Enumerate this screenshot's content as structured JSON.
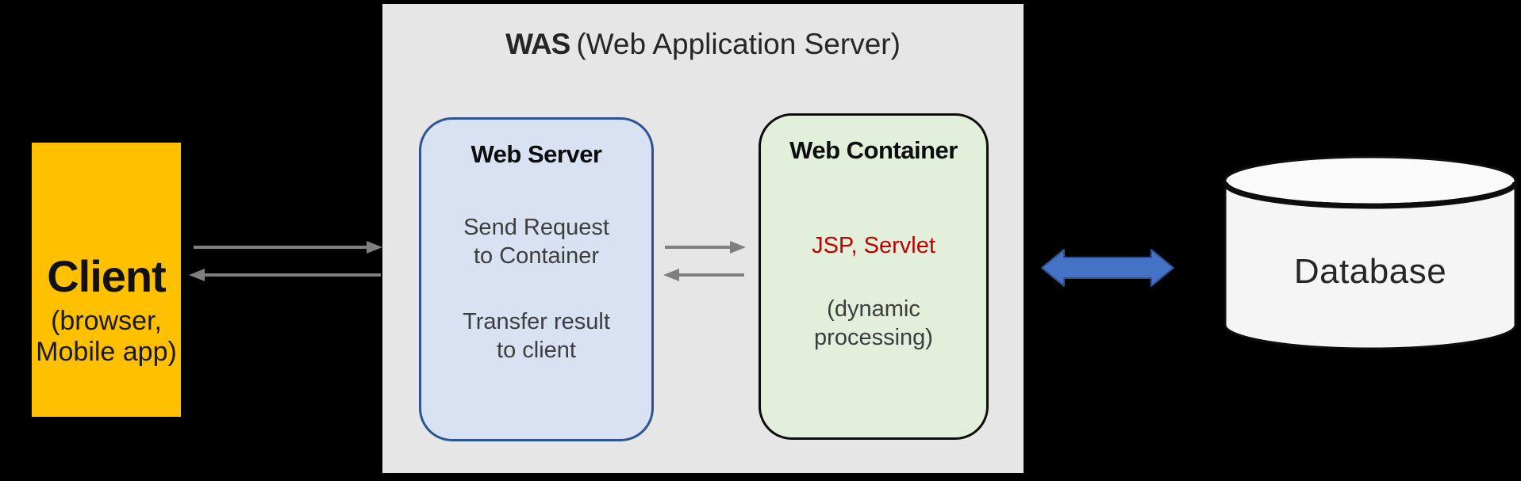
{
  "diagram": {
    "background_color": "#000000",
    "client": {
      "title": "Client",
      "subtitle_line1": "(browser,",
      "subtitle_line2": "Mobile app)",
      "fill_color": "#FFC000"
    },
    "was": {
      "title_bold": "WAS",
      "title_rest": "(Web Application Server)",
      "fill_color": "#E6E6E6",
      "web_server": {
        "title": "Web Server",
        "body_line1": "Send Request",
        "body_line2": "to Container",
        "body_line3": "Transfer result",
        "body_line4": "to client",
        "fill_color": "#D9E2F3",
        "border_color": "#2E5395"
      },
      "web_container": {
        "title": "Web Container",
        "tech_label": "JSP, Servlet",
        "tech_color": "#C00000",
        "note_line1": "(dynamic",
        "note_line2": "processing)",
        "fill_color": "#E2EFDA",
        "border_color": "#000000"
      }
    },
    "database": {
      "label": "Database",
      "fill_color": "#F5F5F5"
    },
    "connections": {
      "client_was_request": "right-arrow",
      "client_was_response": "left-arrow",
      "server_container_request": "right-arrow",
      "server_container_response": "left-arrow",
      "was_database": "double-headed-arrow",
      "gray_arrow_color": "#7F7F7F",
      "blue_arrow_fill": "#4472C4",
      "blue_arrow_border": "#2F528F"
    }
  }
}
